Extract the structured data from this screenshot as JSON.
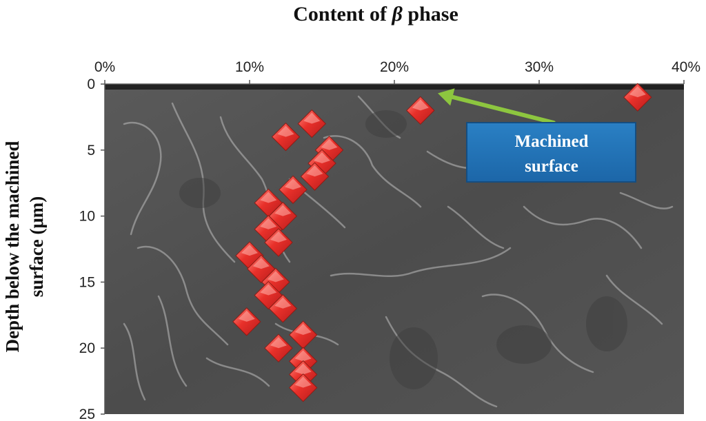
{
  "chart_data": {
    "type": "scatter",
    "title_prefix": "Content of ",
    "title_symbol": "β",
    "title_suffix": " phase",
    "ylabel_line1": "Depth below the machined",
    "ylabel_line2": "surface (μm)",
    "x_axis_position": "top",
    "y_axis_inverted": true,
    "xlim": [
      0,
      0.4
    ],
    "ylim": [
      0,
      25
    ],
    "x_ticks": [
      0,
      0.1,
      0.2,
      0.3,
      0.4
    ],
    "x_tick_labels": [
      "0%",
      "10%",
      "20%",
      "30%",
      "40%"
    ],
    "y_ticks": [
      0,
      5,
      10,
      15,
      20,
      25
    ],
    "y_tick_labels": [
      "0",
      "5",
      "10",
      "15",
      "20",
      "25"
    ],
    "grid": false,
    "background": "SEM micrograph of machined surface (grayscale)",
    "marker": {
      "shape": "diamond",
      "color": "#e8302a"
    },
    "points": [
      {
        "x": 0.368,
        "y": 1
      },
      {
        "x": 0.218,
        "y": 2
      },
      {
        "x": 0.143,
        "y": 3
      },
      {
        "x": 0.125,
        "y": 4
      },
      {
        "x": 0.155,
        "y": 5
      },
      {
        "x": 0.15,
        "y": 6
      },
      {
        "x": 0.145,
        "y": 7
      },
      {
        "x": 0.13,
        "y": 8
      },
      {
        "x": 0.113,
        "y": 9
      },
      {
        "x": 0.123,
        "y": 10
      },
      {
        "x": 0.113,
        "y": 11
      },
      {
        "x": 0.12,
        "y": 12
      },
      {
        "x": 0.1,
        "y": 13
      },
      {
        "x": 0.108,
        "y": 14
      },
      {
        "x": 0.118,
        "y": 15
      },
      {
        "x": 0.113,
        "y": 16
      },
      {
        "x": 0.123,
        "y": 17
      },
      {
        "x": 0.098,
        "y": 18
      },
      {
        "x": 0.137,
        "y": 19
      },
      {
        "x": 0.12,
        "y": 20
      },
      {
        "x": 0.137,
        "y": 21
      },
      {
        "x": 0.137,
        "y": 22
      },
      {
        "x": 0.137,
        "y": 23
      }
    ],
    "annotation": {
      "line1": "Machined",
      "line2": "surface",
      "box_color": "#1f6fb5",
      "arrow_color": "#8dc63f",
      "arrow_target": {
        "x": 0.23,
        "y": 0.7
      }
    }
  }
}
